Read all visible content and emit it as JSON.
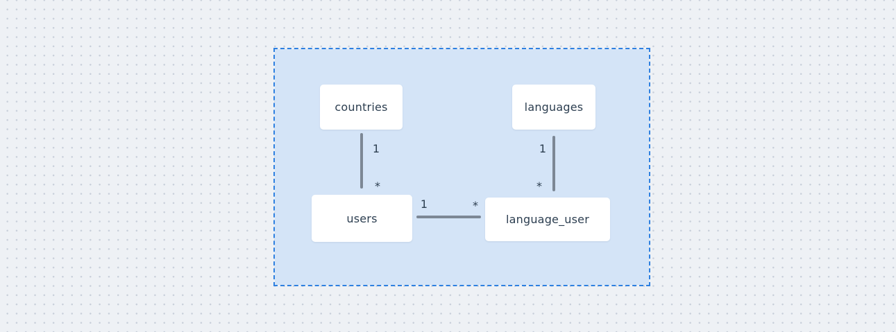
{
  "diagram": {
    "type": "entity-relationship",
    "nodes": [
      {
        "id": "countries",
        "label": "countries"
      },
      {
        "id": "languages",
        "label": "languages"
      },
      {
        "id": "users",
        "label": "users"
      },
      {
        "id": "language_user",
        "label": "language_user"
      }
    ],
    "edges": [
      {
        "from": "countries",
        "to": "users",
        "start_label": "1",
        "end_label": "*"
      },
      {
        "from": "languages",
        "to": "language_user",
        "start_label": "1",
        "end_label": "*"
      },
      {
        "from": "users",
        "to": "language_user",
        "start_label": "1",
        "end_label": "*"
      }
    ],
    "colors": {
      "page_background": "#eef1f5",
      "grid_dot": "#c8cfda",
      "container_fill": "#d4e4f7",
      "container_border": "#2e80e0",
      "node_fill": "#ffffff",
      "node_text": "#2c3e50",
      "edge_line": "#7c8795",
      "edge_label_text": "#2c3e50"
    }
  }
}
